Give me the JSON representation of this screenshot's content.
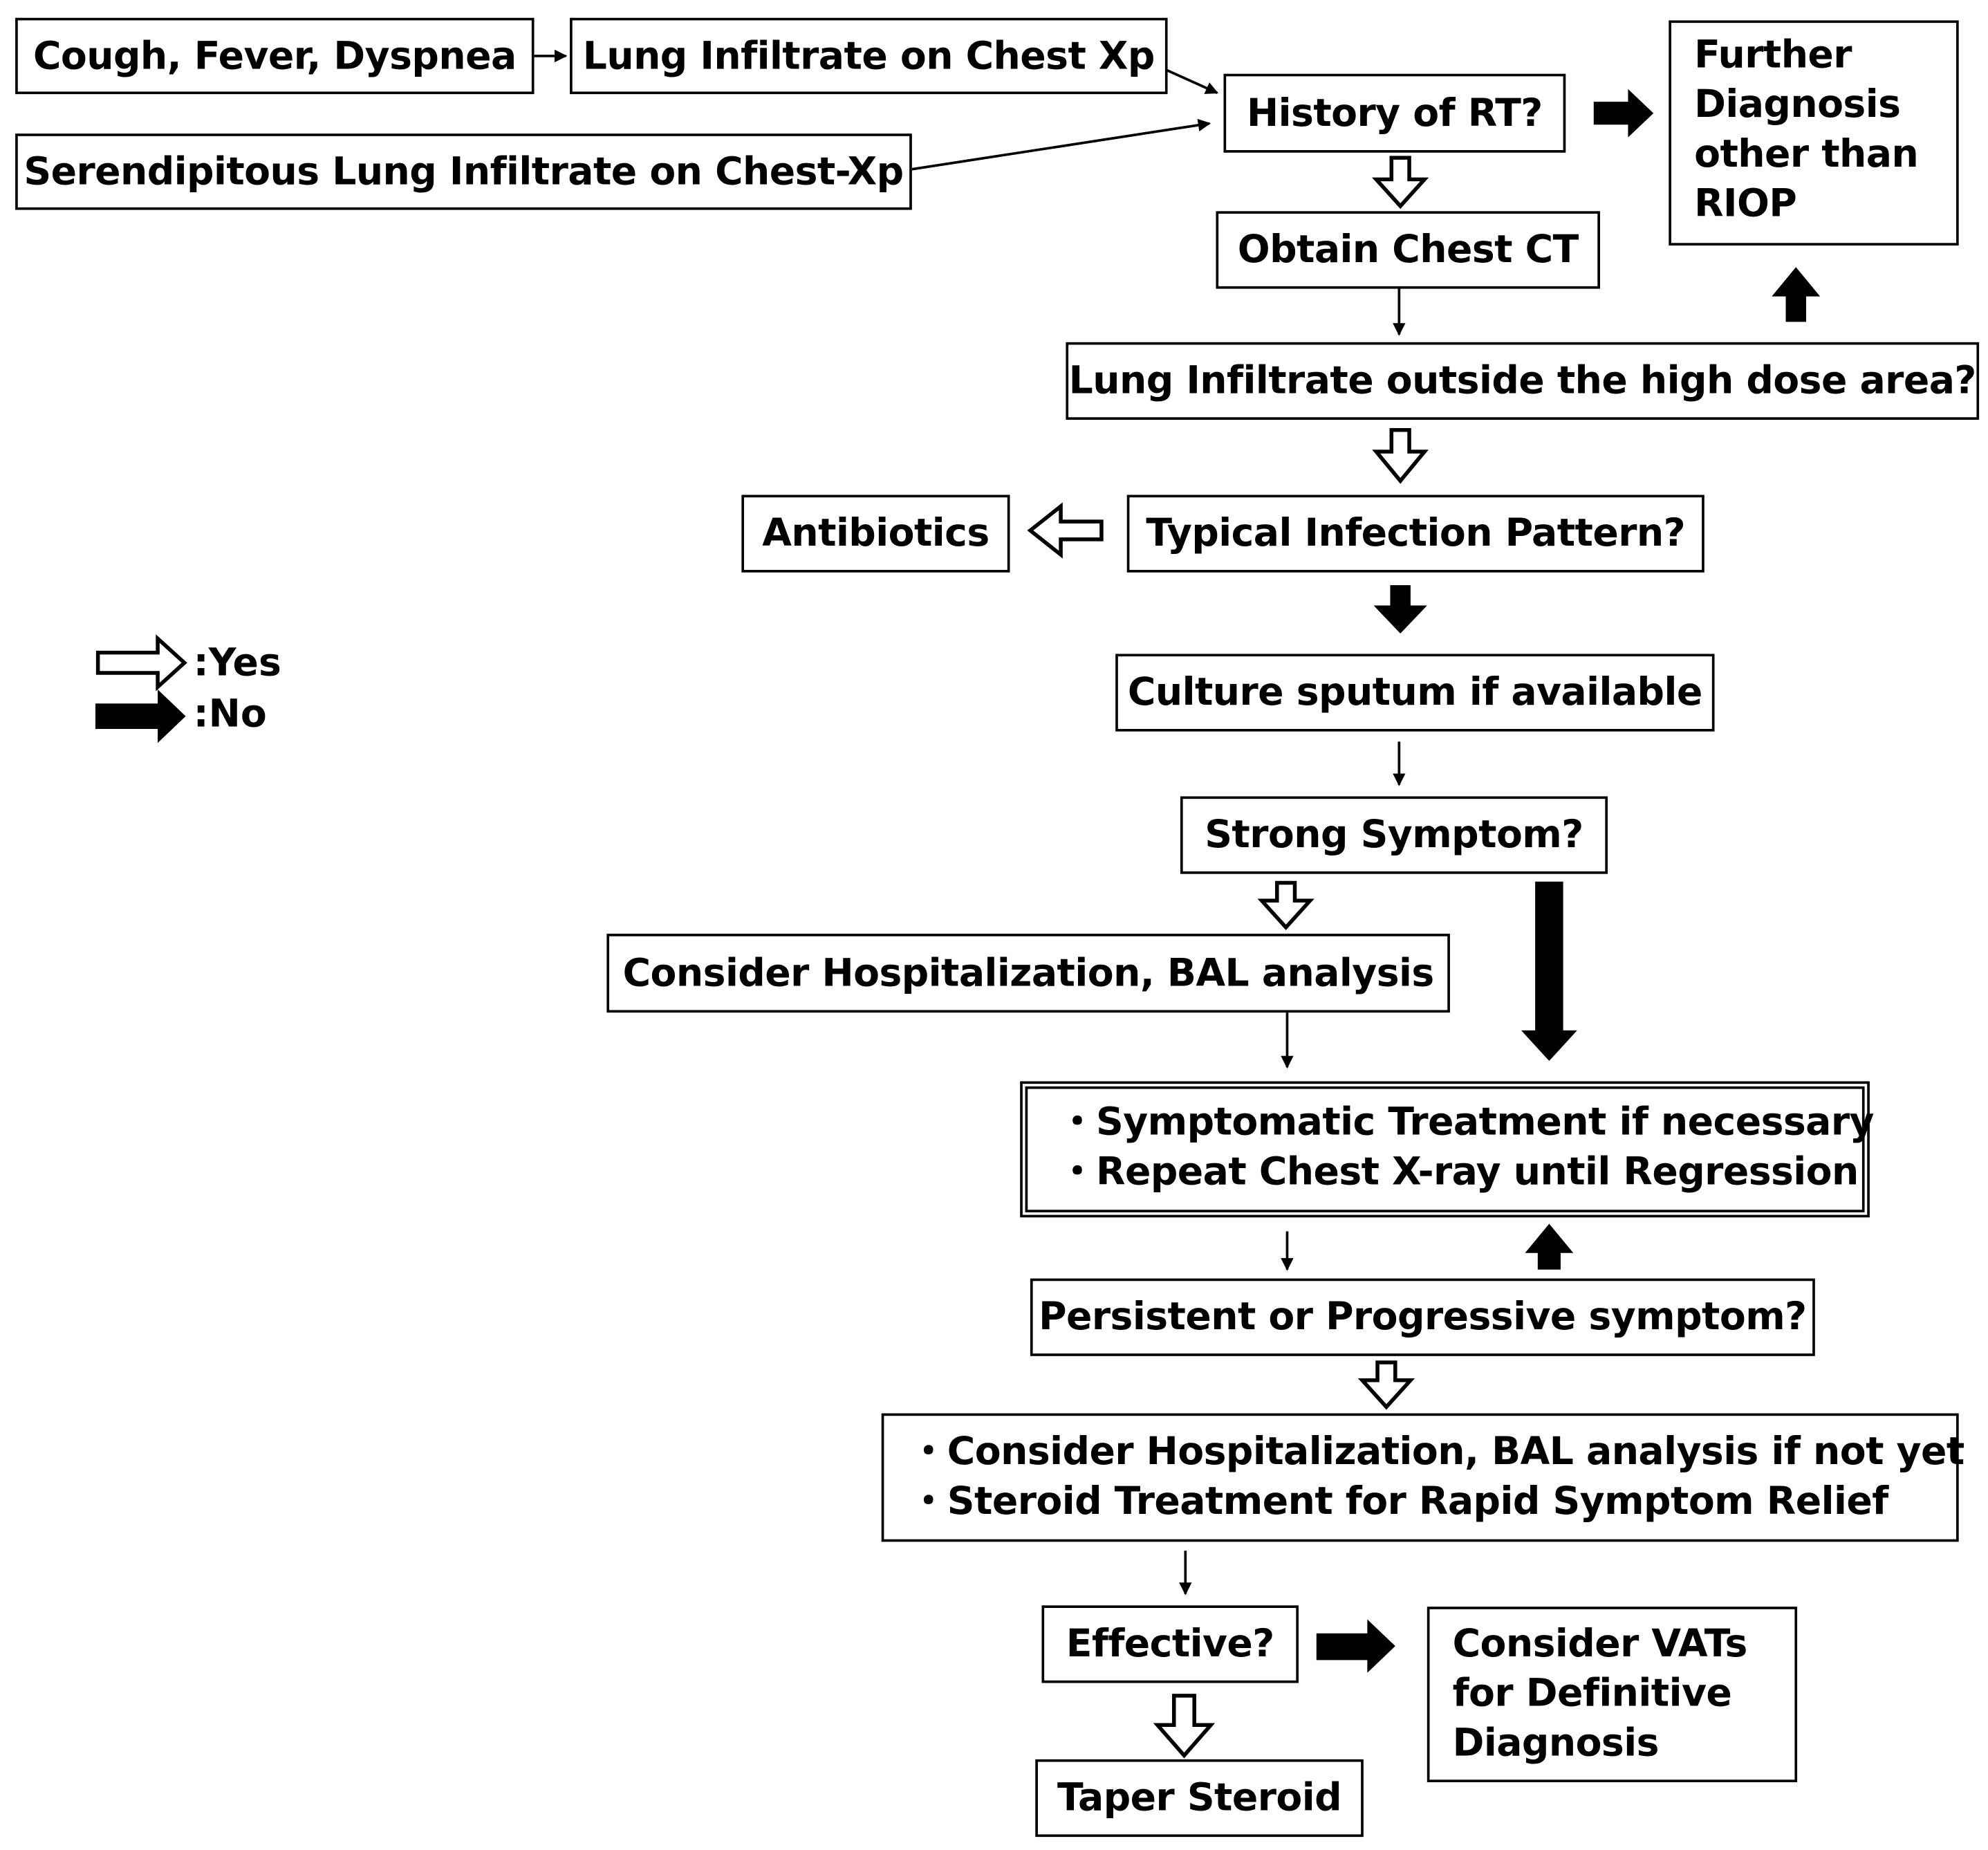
{
  "nodes": {
    "symptoms": "Cough, Fever, Dyspnea",
    "lung_infiltrate": "Lung Infiltrate on Chest Xp",
    "serendipitous": "Serendipitous Lung Infiltrate on Chest-Xp",
    "history_rt": "History of RT?",
    "further_diagnosis": [
      "Further",
      "Diagnosis",
      "other than",
      "RIOP"
    ],
    "obtain_ct": "Obtain Chest CT",
    "outside_high_dose": "Lung Infiltrate outside the high dose area?",
    "typical_infection": "Typical Infection Pattern?",
    "antibiotics": "Antibiotics",
    "culture_sputum": "Culture sputum if available",
    "strong_symptom": "Strong Symptom?",
    "consider_hosp": "Consider Hospitalization, BAL analysis",
    "symptomatic": [
      "・Symptomatic Treatment if necessary",
      "・Repeat Chest X-ray until Regression"
    ],
    "persistent": "Persistent or Progressive symptom?",
    "steroid_box": [
      "・Consider Hospitalization, BAL analysis if not yet",
      "・Steroid Treatment for Rapid Symptom Relief"
    ],
    "effective": "Effective?",
    "consider_vats": [
      "Consider VATs",
      "for Definitive",
      "Diagnosis"
    ],
    "taper": "Taper Steroid"
  },
  "legend": {
    "yes": ":Yes",
    "no": ":No"
  }
}
